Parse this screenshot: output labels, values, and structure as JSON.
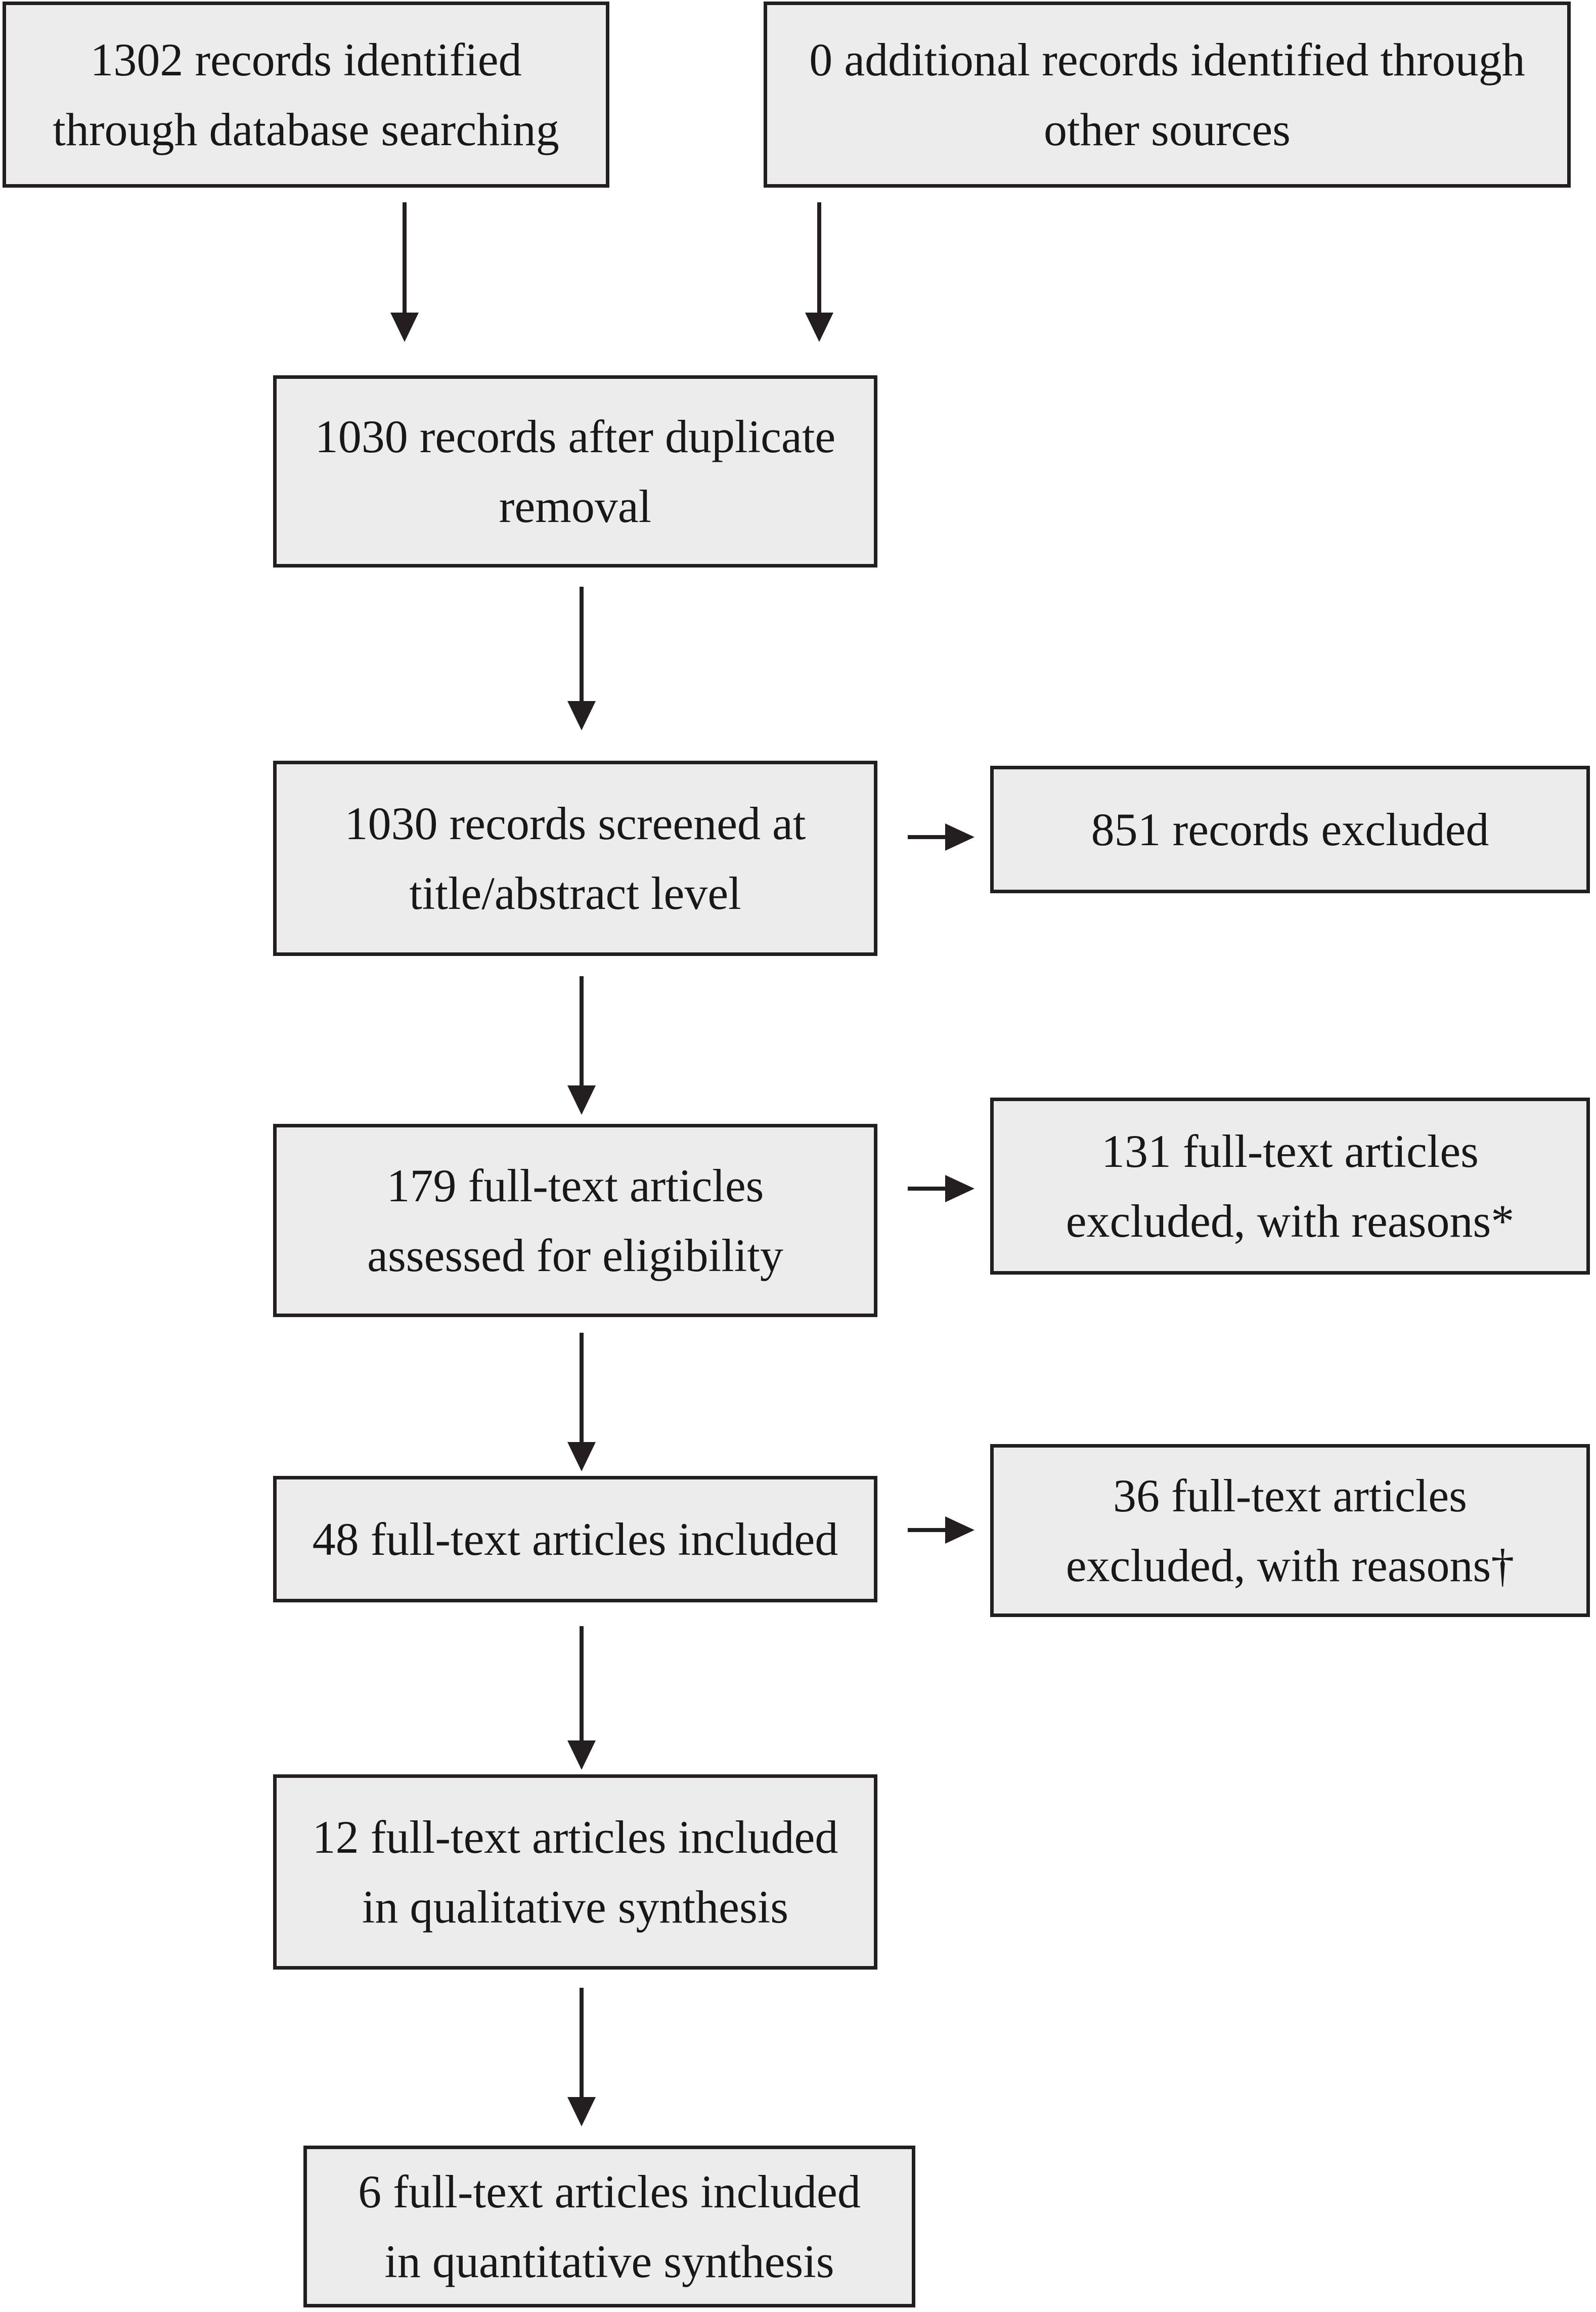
{
  "flowchart": {
    "colors": {
      "background": "#ffffff",
      "box_fill": "#ececed",
      "box_border": "#231f20",
      "text": "#1a1718",
      "arrow": "#231f20"
    },
    "boxes": {
      "identified": {
        "lines": [
          "1302 records identified",
          "through database searching"
        ]
      },
      "additional": {
        "lines": [
          "0 additional records identified through",
          "other sources"
        ]
      },
      "deduped": {
        "lines": [
          "1030 records after duplicate",
          "removal"
        ]
      },
      "screened": {
        "lines": [
          "1030 records screened at",
          "title/abstract level"
        ]
      },
      "records_excluded": {
        "lines": [
          "851 records excluded"
        ]
      },
      "assessed": {
        "lines": [
          "179 full-text articles",
          "assessed for eligibility"
        ]
      },
      "fulltext_excluded": {
        "lines": [
          "131 full-text articles",
          "excluded, with reasons*"
        ]
      },
      "fulltext_included": {
        "lines": [
          "48 full-text articles included"
        ]
      },
      "fulltext_excluded2": {
        "lines": [
          "36 full-text articles",
          "excluded, with reasons†"
        ]
      },
      "qualitative": {
        "lines": [
          "12 full-text articles included",
          "in qualitative synthesis"
        ]
      },
      "quantitative": {
        "lines": [
          "6 full-text articles included",
          "in quantitative synthesis"
        ]
      }
    }
  }
}
